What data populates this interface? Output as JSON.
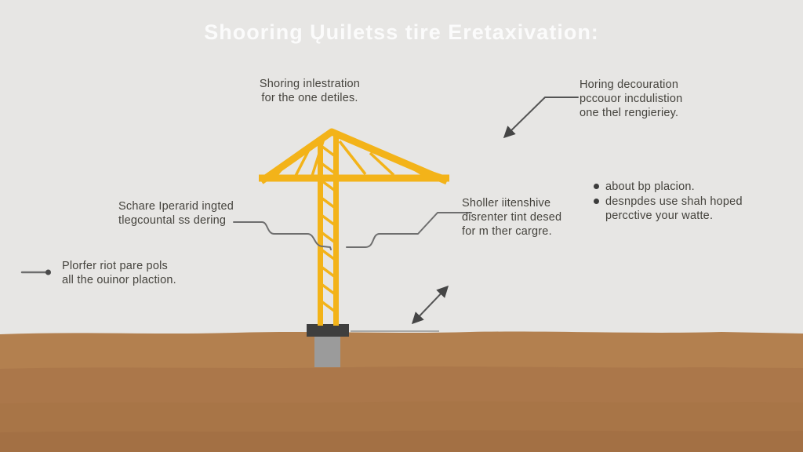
{
  "title": "Shooring Ųuiletss tire Eretaxivation:",
  "annotations": {
    "top_left": {
      "lines": [
        "Shoring inlestration",
        "for the one detiles."
      ]
    },
    "top_right": {
      "lines": [
        "Horing decouration",
        "pccouor incdulistion",
        "one thel rengieriey."
      ]
    },
    "mid_left": {
      "lines": [
        "Schare Iperarid ingted",
        "tlegcountal ss dering"
      ]
    },
    "mid_right": {
      "lines": [
        "Sholler iitenshive",
        "disrenter tint desed",
        "for m ther cargre."
      ]
    },
    "bottom_left": {
      "lines": [
        "Plorfer riot pare pols",
        "all the ouinor plaction."
      ]
    },
    "bullet_list": {
      "items": [
        {
          "text": "about bp placion."
        },
        {
          "text": "desnpdes use shah hoped percctive your watte."
        }
      ]
    }
  },
  "diagram": {
    "subject": "tower-crane shoring excavation illustration",
    "colors": {
      "background": "#e7e6e4",
      "title_text": "#fbfbfb",
      "annotation_text": "#45433d",
      "leader_line": "#6e6e6e",
      "arrow": "#454545",
      "crane_yellow": "#f3b319",
      "cap_gray": "#3e3e3e",
      "footing_gray": "#9b9b9b",
      "ground_top": "#b3804f",
      "ground_mid": "#ab774a",
      "ground_deep": "#a87547",
      "ground_bottom": "#a37044"
    }
  }
}
